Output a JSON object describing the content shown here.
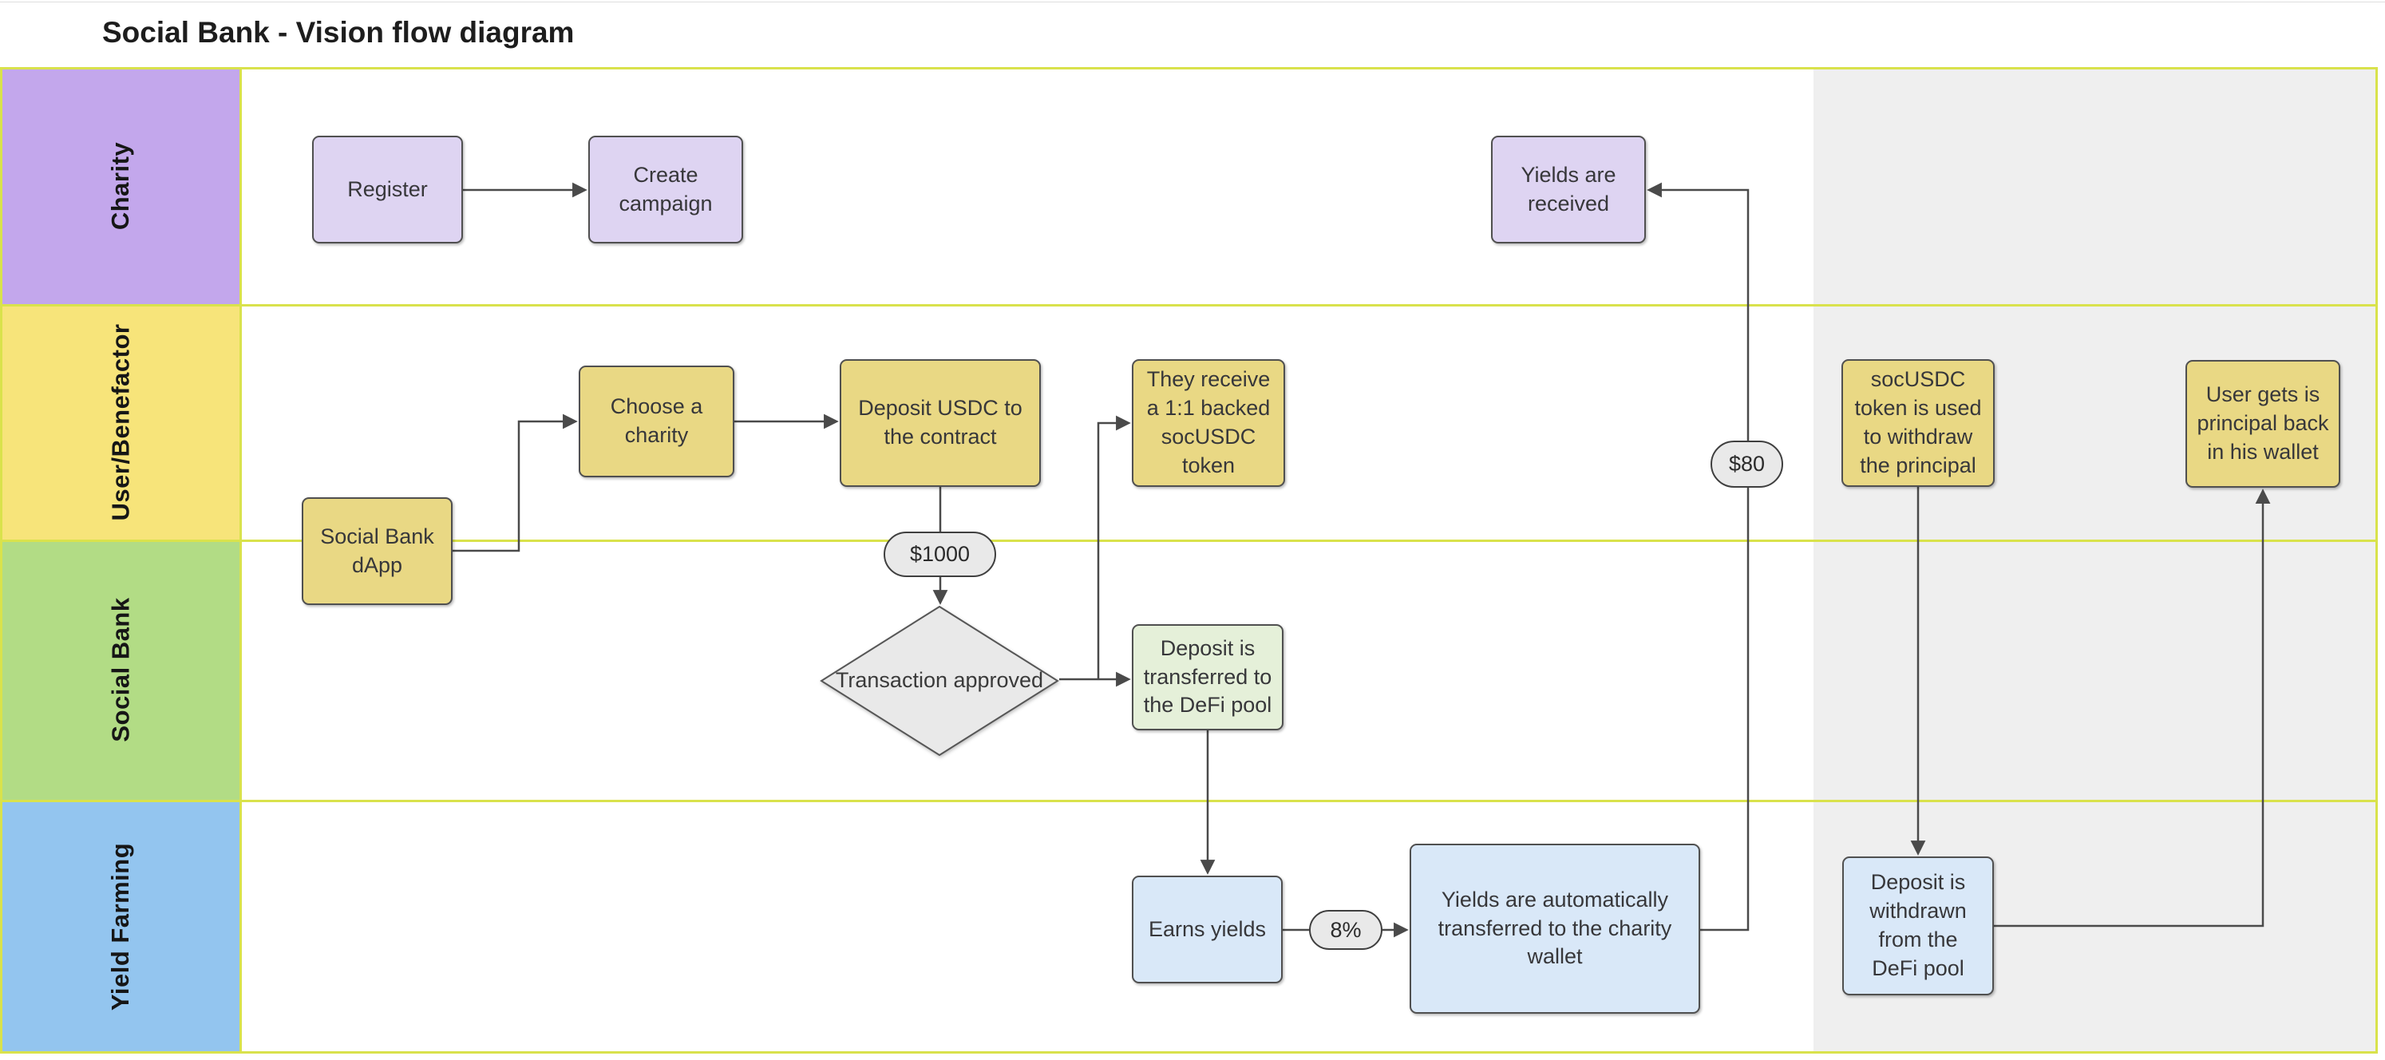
{
  "title": "Social Bank - Vision flow diagram",
  "lanes": [
    {
      "id": "charity",
      "label": "Charity"
    },
    {
      "id": "user-benefactor",
      "label": "User/Benefactor"
    },
    {
      "id": "social-bank",
      "label": "Social Bank"
    },
    {
      "id": "yield-farming",
      "label": "Yield Farming"
    }
  ],
  "nodes": {
    "register": {
      "label": "Register"
    },
    "create_campaign": {
      "label": "Create campaign"
    },
    "yields_received": {
      "label": "Yields are received"
    },
    "choose_charity": {
      "label": "Choose a charity"
    },
    "deposit_usdc": {
      "label": "Deposit USDC to the contract"
    },
    "receive_token": {
      "label": "They receive a 1:1 backed socUSDC token"
    },
    "socusdc_withdraw": {
      "label": "socUSDC token is used to withdraw the principal"
    },
    "user_gets_principal": {
      "label": "User gets is principal back in his wallet"
    },
    "social_bank_dapp": {
      "label": "Social Bank dApp"
    },
    "transaction_approved": {
      "label": "Transaction approved"
    },
    "deposit_transferred": {
      "label": "Deposit is transferred to the DeFi pool"
    },
    "earns_yields": {
      "label": "Earns yields"
    },
    "yields_auto_transfer": {
      "label": "Yields are automatically transferred to the charity wallet"
    },
    "deposit_withdrawn": {
      "label": "Deposit is withdrawn from the DeFi pool"
    }
  },
  "edge_labels": {
    "deposit_amount": "$1000",
    "yield_rate": "8%",
    "yield_amount": "$80"
  },
  "colors": {
    "lane_charity": "#c3a7ec",
    "lane_user": "#f7e47a",
    "lane_social_bank": "#b2dc85",
    "lane_yield_farming": "#93c5ef",
    "node_purple": "#ded4f2",
    "node_yellow": "#e9d884",
    "node_green": "#e5f0d9",
    "node_blue": "#d9e8f8",
    "shape_gray": "#e9e9e9",
    "lane_divider": "#d9e24c",
    "phase_background": "#efefef",
    "connector": "#4a4a4a"
  }
}
